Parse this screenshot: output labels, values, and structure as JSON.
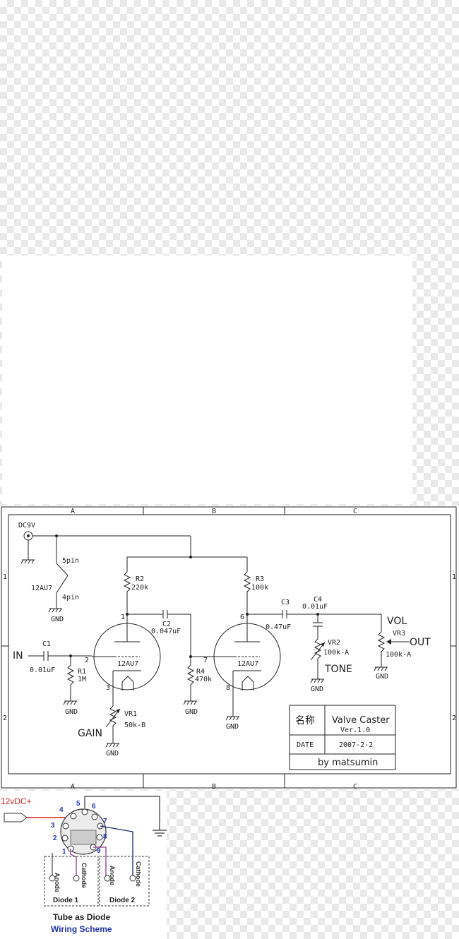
{
  "schematic": {
    "grid_cols": [
      "A",
      "B",
      "C"
    ],
    "grid_rows": [
      "1",
      "2"
    ],
    "power_label": "DC9V",
    "heater_top": "5pin",
    "heater_tube": "12AU7",
    "heater_bottom": "4pin",
    "gnd": "GND",
    "input_label": "IN",
    "output_label": "OUT",
    "c1": {
      "name": "C1",
      "value": "0.01uF"
    },
    "r1": {
      "name": "R1",
      "value": "1M"
    },
    "r2": {
      "name": "R2",
      "value": "220k"
    },
    "c2": {
      "name": "C2",
      "value": "0.047uF"
    },
    "r3": {
      "name": "R3",
      "value": "100k"
    },
    "r4": {
      "name": "R4",
      "value": "470k"
    },
    "c3": {
      "name": "C3",
      "value": "0.47uF"
    },
    "c4": {
      "name": "C4",
      "value": "0.01uF"
    },
    "vr1": {
      "name": "VR1",
      "value": "50k-B",
      "knob": "GAIN"
    },
    "vr2": {
      "name": "VR2",
      "value": "100k-A",
      "knob": "TONE"
    },
    "vr3": {
      "name": "VR3",
      "value": "100k-A",
      "knob": "VOL"
    },
    "tube1": {
      "label": "12AU7",
      "pin_plate": "1",
      "pin_grid": "2",
      "pin_cathode": "3"
    },
    "tube2": {
      "label": "12AU7",
      "pin_plate": "6",
      "pin_grid": "7",
      "pin_cathode": "8"
    },
    "title_block": {
      "name_label": "名称",
      "project": "Valve Caster",
      "version": "Ver.1.0",
      "date_label": "DATE",
      "date": "2007-2-2",
      "author": "by matsumin"
    }
  },
  "wiring": {
    "supply_label": "12vDC+",
    "pins": [
      "1",
      "2",
      "3",
      "4",
      "5",
      "6",
      "7",
      "8",
      "9"
    ],
    "d1_anode": "Anode",
    "d1_cathode": "Cathode",
    "d1_label": "Diode 1",
    "d2_anode": "Anode",
    "d2_cathode": "Cathode",
    "d2_label": "Diode 2",
    "title": "Tube as Diode",
    "subtitle": "Wiring Scheme"
  },
  "colors": {
    "supply_red": "#cc2222",
    "pin_blue": "#2233aa",
    "wire_purple": "#8a3c8a",
    "wire_navy": "#1a2a6a"
  }
}
